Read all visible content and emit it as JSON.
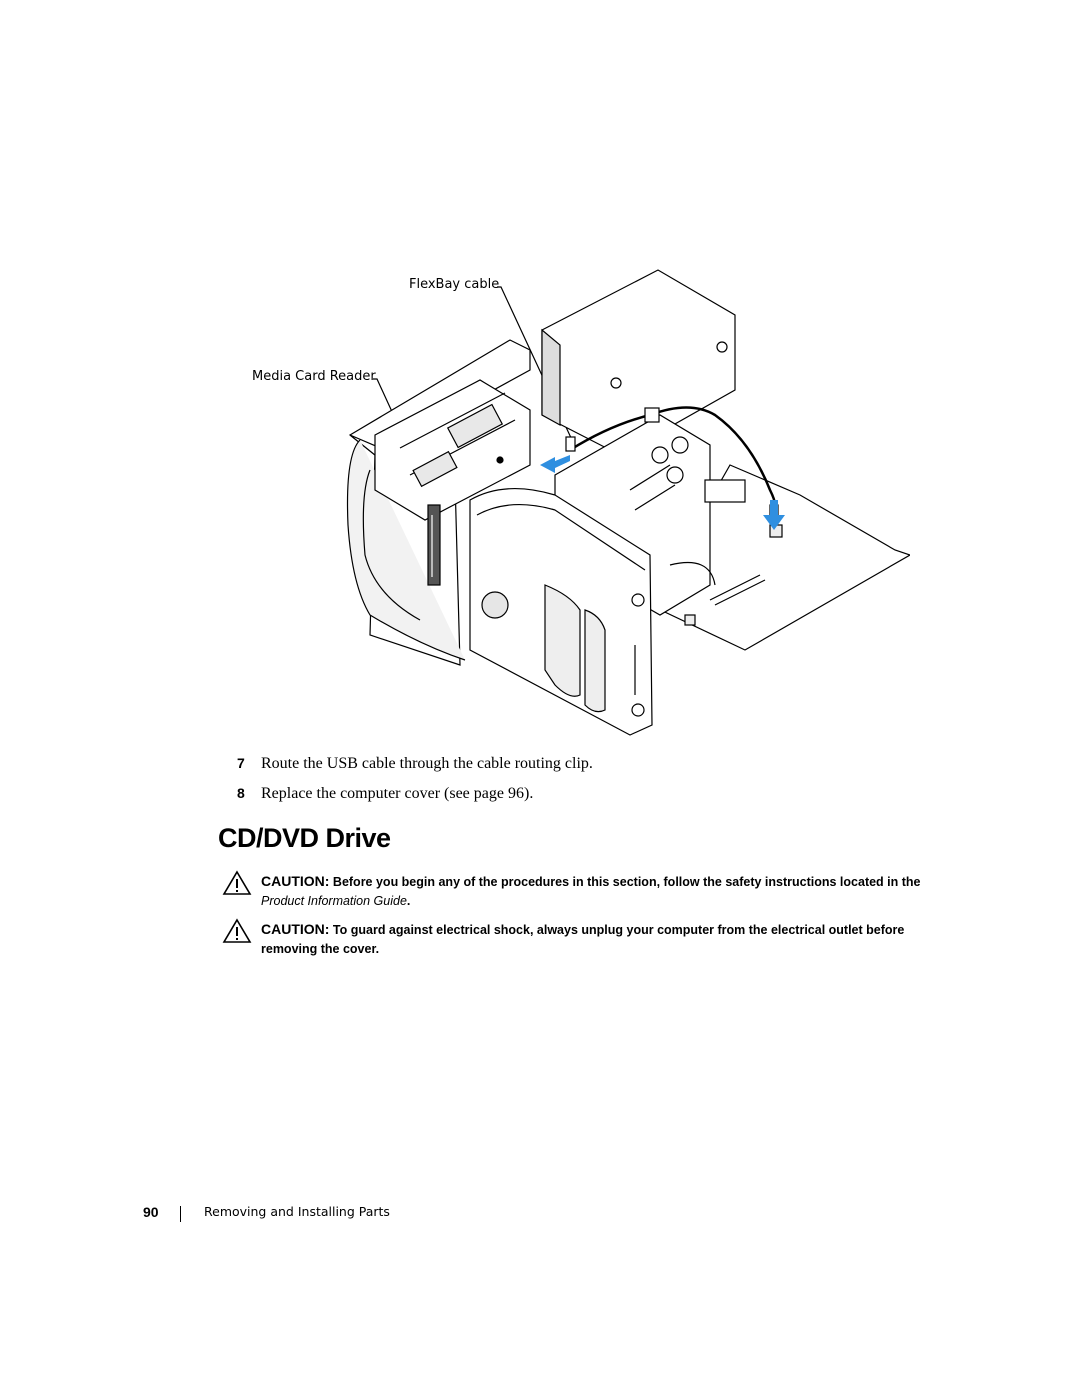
{
  "figure": {
    "callouts": {
      "flexbay_cable": "FlexBay cable",
      "media_card_reader": "Media Card Reader"
    },
    "arrow_color": "#2f8fe0"
  },
  "steps": [
    {
      "number": "7",
      "text": "Route the USB cable through the cable routing clip."
    },
    {
      "number": "8",
      "text": "Replace the computer cover (see page 96)."
    }
  ],
  "section": {
    "title": "CD/DVD Drive"
  },
  "cautions": [
    {
      "label": "CAUTION:",
      "text_before": " Before you begin any of the procedures in this section, follow the safety instructions located in the ",
      "italic": "Product Information Guide",
      "text_after": "."
    },
    {
      "label": "CAUTION:",
      "text_before": " To guard against electrical shock, always unplug your computer from the electrical outlet before removing the cover.",
      "italic": "",
      "text_after": ""
    }
  ],
  "footer": {
    "page_number": "90",
    "chapter_title": "Removing and Installing Parts"
  }
}
